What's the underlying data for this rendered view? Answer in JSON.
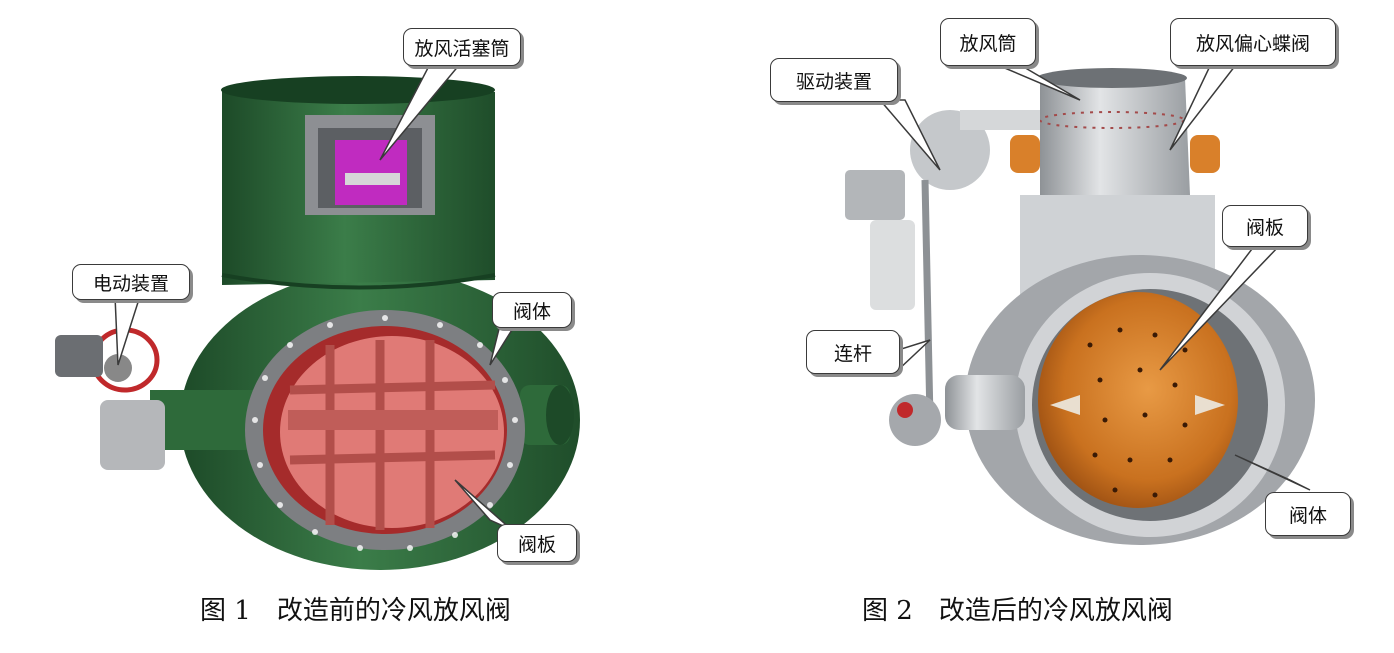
{
  "figure1": {
    "caption_prefix": "图 1",
    "caption_text": "改造前的冷风放风阀",
    "labels": {
      "piston": "放风活塞筒",
      "electric_drive": "电动装置",
      "body": "阀体",
      "plate": "阀板"
    }
  },
  "figure2": {
    "caption_prefix": "图 2",
    "caption_text": "改造后的冷风放风阀",
    "labels": {
      "vent_tube": "放风筒",
      "eccentric_valve": "放风偏心蝶阀",
      "drive": "驱动装置",
      "plate": "阀板",
      "rod": "连杆",
      "body": "阀体"
    }
  },
  "colors": {
    "green_body": "#2f6b3c",
    "green_dark": "#1d4a28",
    "pink_plate": "#e07a76",
    "magenta_piston": "#c02bc0",
    "gray_metal": "#b9bcbf",
    "orange_plate": "#d8862c"
  }
}
